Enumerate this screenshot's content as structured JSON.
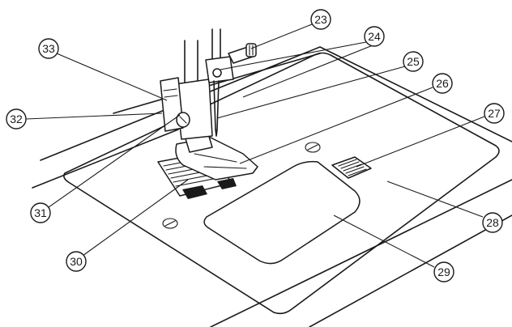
{
  "diagram": {
    "callouts": [
      {
        "id": "23",
        "label": "23"
      },
      {
        "id": "24",
        "label": "24"
      },
      {
        "id": "25",
        "label": "25"
      },
      {
        "id": "26",
        "label": "26"
      },
      {
        "id": "27",
        "label": "27"
      },
      {
        "id": "28",
        "label": "28"
      },
      {
        "id": "29",
        "label": "29"
      },
      {
        "id": "30",
        "label": "30"
      },
      {
        "id": "31",
        "label": "31"
      },
      {
        "id": "32",
        "label": "32"
      },
      {
        "id": "33",
        "label": "33"
      }
    ]
  }
}
